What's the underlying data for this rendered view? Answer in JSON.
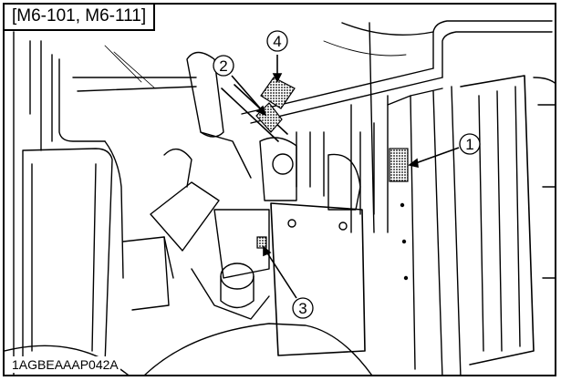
{
  "header": {
    "model_label": "[M6-101, M6-111]"
  },
  "callouts": [
    {
      "number": "1"
    },
    {
      "number": "2"
    },
    {
      "number": "3"
    },
    {
      "number": "4"
    }
  ],
  "footer": {
    "figure_code": "1AGBEAAAP042A"
  }
}
